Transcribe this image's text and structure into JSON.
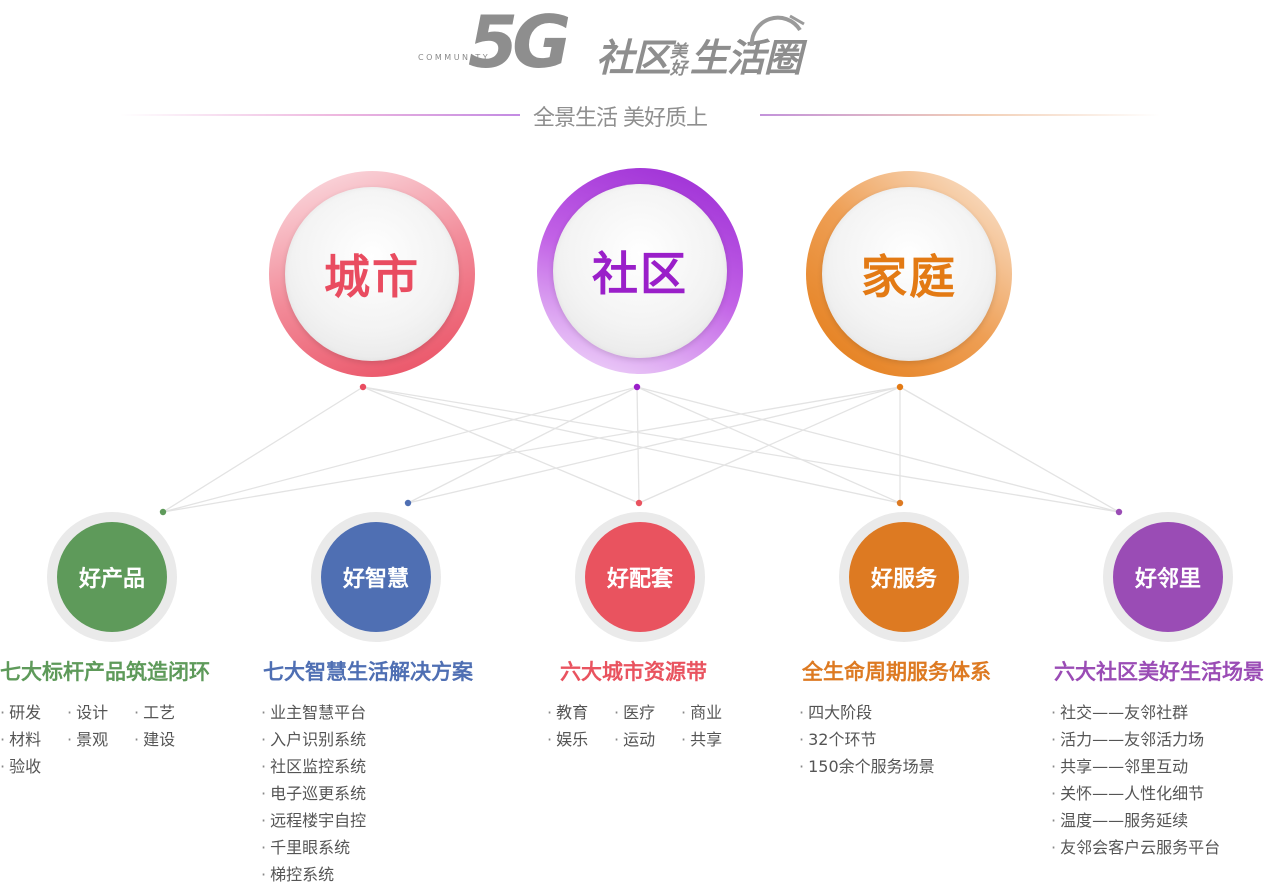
{
  "header": {
    "community_word": "COMMUNITY",
    "logo_5g": "5G",
    "logo_title_a": "社区",
    "logo_title_small": "美好",
    "logo_title_b": "生活圈",
    "tagline": "全景生活 美好质上"
  },
  "rings": [
    {
      "label": "城市",
      "color": "#e94c60"
    },
    {
      "label": "社区",
      "color": "#9a1fc9"
    },
    {
      "label": "家庭",
      "color": "#e37a14"
    }
  ],
  "columns": [
    {
      "bubble": "好产品",
      "color": "#5e9a5a",
      "title": "七大标杆产品筑造闭环",
      "items": [
        "研发",
        "设计",
        "工艺",
        "材料",
        "景观",
        "建设",
        "验收"
      ]
    },
    {
      "bubble": "好智慧",
      "color": "#4f6fb3",
      "title": "七大智慧生活解决方案",
      "items": [
        "业主智慧平台",
        "入户识别系统",
        "社区监控系统",
        "电子巡更系统",
        "远程楼宇自控",
        "千里眼系统",
        "梯控系统"
      ]
    },
    {
      "bubble": "好配套",
      "color": "#e9535f",
      "title": "六大城市资源带",
      "items": [
        "教育",
        "医疗",
        "商业",
        "娱乐",
        "运动",
        "共享"
      ]
    },
    {
      "bubble": "好服务",
      "color": "#dd7a22",
      "title": "全生命周期服务体系",
      "items": [
        "四大阶段",
        "32个环节",
        "150余个服务场景"
      ]
    },
    {
      "bubble": "好邻里",
      "color": "#9a4cb5",
      "title": "六大社区美好生活场景",
      "items": [
        "社交——友邻社群",
        "活力——友邻活力场",
        "共享——邻里互动",
        "关怀——人性化细节",
        "温度——服务延续",
        "友邻会客户云服务平台"
      ]
    }
  ]
}
